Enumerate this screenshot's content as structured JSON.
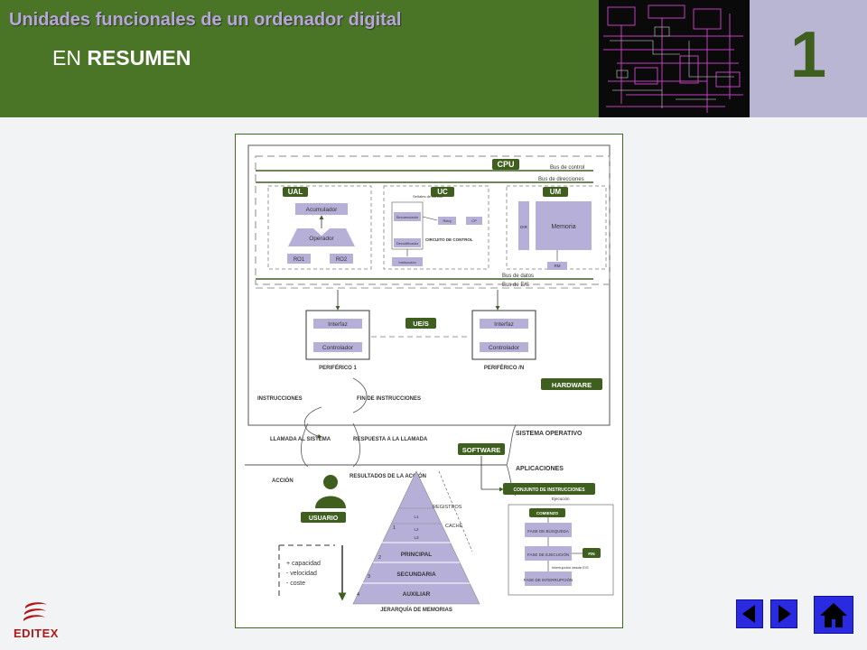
{
  "header": {
    "title": "Unidades funcionales de un ordenador digital",
    "subtitle_prefix": "EN",
    "subtitle_bold": "RESUMEN",
    "chapter_number": "1"
  },
  "colors": {
    "header_bg": "#4a7526",
    "title": "#b7a5dc",
    "chapter_bg": "#b9b6d4",
    "diagram_green": "#3f5f1f",
    "box_purple": "#b6b0d8",
    "nav_blue": "#2a2ae0"
  },
  "diagram": {
    "cpu": "CPU",
    "bus_control": "Bus de control",
    "bus_direcciones": "Bus de direcciones",
    "ual": "UAL",
    "uc": "UC",
    "um": "UM",
    "acumulador": "Acumulador",
    "operador": "Operador",
    "ro1": "RO1",
    "ro2": "RO2",
    "secuenciador": "Secuenciador",
    "senales": "Señales de control",
    "reloj": "Reloj",
    "cp": "CP",
    "decodificador": "Decodificador",
    "circuito": "CIRCUITO DE CONTROL",
    "ri": "Instrucción",
    "dir": "DIR",
    "memoria": "Memoria",
    "rm": "RM",
    "bus_datos": "Bus de datos",
    "bus_es": "Bus de E/S",
    "ues": "UE/S",
    "interfaz1": "Interfaz",
    "controlador1": "Controlador",
    "periferico1": "PERIFÉRICO 1",
    "interfaz2": "Interfaz",
    "controlador2": "Controlador",
    "periferico2": "PERIFÉRICO /N",
    "hardware": "HARDWARE",
    "instrucciones": "INSTRUCCIONES",
    "fin_instrucciones": "FIN DE INSTRUCCIONES",
    "llamada": "LLAMADA AL SISTEMA",
    "respuesta": "RESPUESTA A LA LLAMADA",
    "software": "SOFTWARE",
    "sistema_operativo": "SISTEMA OPERATIVO",
    "aplicaciones": "APLICACIONES",
    "accion": "ACCIÓN",
    "resultados": "RESULTADOS DE LA ACCIÓN",
    "usuario": "USUARIO",
    "conjunto": "CONJUNTO DE INSTRUCCIONES",
    "ejecucion": "Ejecución",
    "comienzo": "COMIENZO",
    "fase_busqueda": "FASE DE BÚSQUEDA",
    "fase_ejecucion": "FASE DE EJECUCIÓN",
    "fin": "FIN",
    "interrupcion_label": "Interrupción desde E/S",
    "fase_interrupcion": "FASE DE INTERRUPCIÓN",
    "registros": "REGISTROS",
    "cache": "CACHÉ",
    "l1": "L1",
    "l2": "L2",
    "l3": "L3",
    "principal": "PRINCIPAL",
    "secundaria": "SECUNDARIA",
    "auxiliar": "AUXILIAR",
    "jerarquia": "JERARQUÍA DE MEMORIAS",
    "lvl1": "1",
    "lvl2": "2",
    "lvl3": "3",
    "lvl4": "4",
    "mas_capacidad": "+ capacidad",
    "menos_velocidad": "- velocidad",
    "menos_coste": "- coste"
  },
  "footer": {
    "logo_text": "EDITEX"
  },
  "nav": {
    "icons": [
      "previous-arrow-icon",
      "next-arrow-icon",
      "home-icon"
    ]
  }
}
